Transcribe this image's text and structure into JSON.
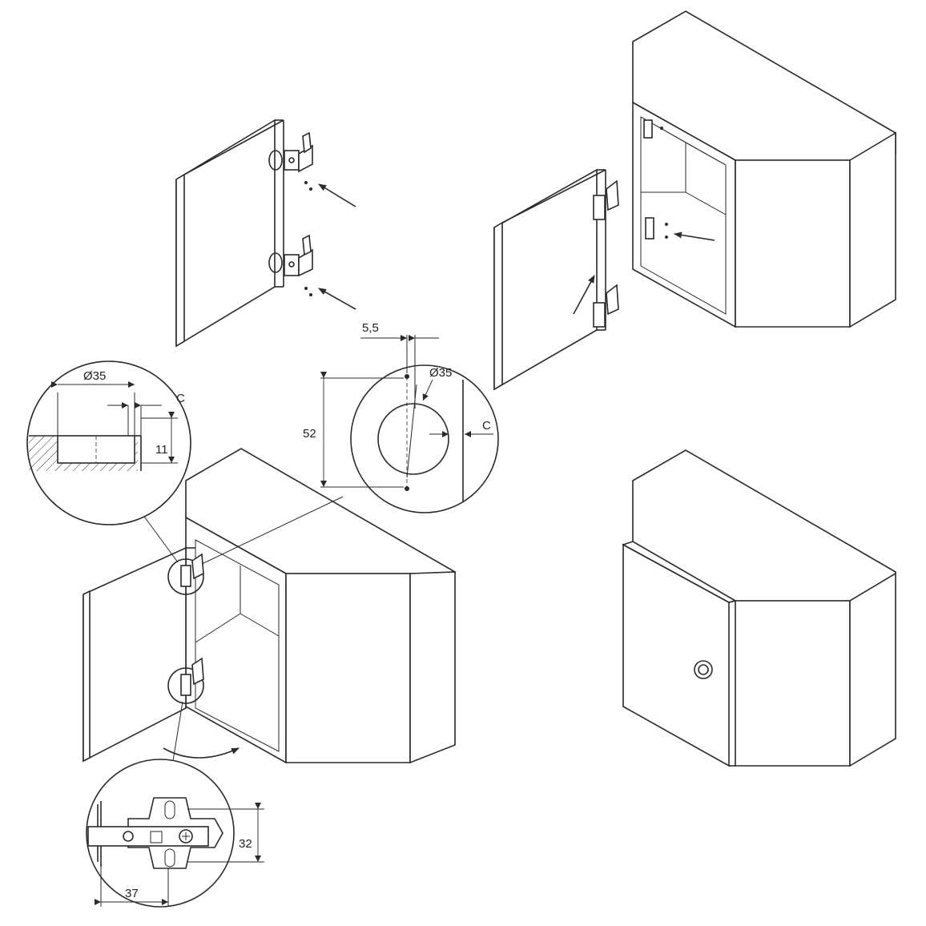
{
  "detail_top_left": {
    "diameter_label": "Ø35",
    "clearance_label": "C",
    "depth_label": "11"
  },
  "detail_center": {
    "offset_label": "5,5",
    "diameter_label": "Ø35",
    "spacing_label": "52",
    "clearance_label": "C"
  },
  "detail_bottom": {
    "height_label": "32",
    "width_label": "37"
  },
  "colors": {
    "line": "#2a2a2a",
    "background": "#ffffff"
  }
}
